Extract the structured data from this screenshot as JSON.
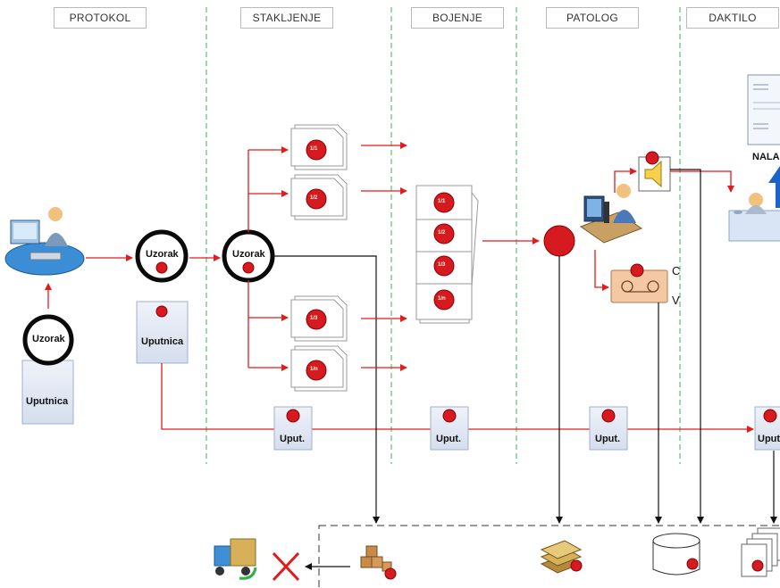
{
  "lanes": [
    "PROTOKOL",
    "STAKLJENJE",
    "BOJENJE",
    "PATOLOG",
    "DAKTILO"
  ],
  "sample": {
    "label": "Uzorak"
  },
  "referral": {
    "label": "Uputnica",
    "short": "Uput."
  },
  "slides_stakljenje": [
    "1/1",
    "1/2",
    "1/3",
    "1/n"
  ],
  "slides_bojenje": [
    "1/1",
    "1/2",
    "1/3",
    "1/n"
  ],
  "report": {
    "label": "NALA"
  },
  "dictation": {
    "c_label": "C",
    "v_label": "V"
  },
  "colors": {
    "flow": "#e31b1b",
    "marker": "#d71920",
    "lane_divider": "#5cbf7a",
    "box_fill": "#dfe6f3",
    "box_border": "#9fb0cc",
    "ring": "#0a0a0a"
  }
}
